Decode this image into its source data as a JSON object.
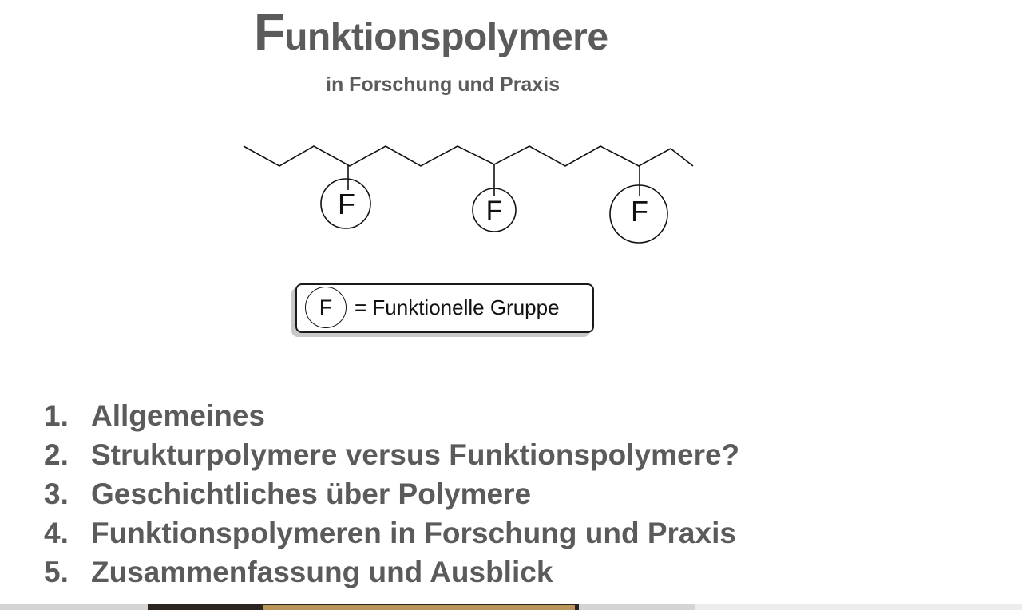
{
  "slide": {
    "title_initial": "F",
    "title_rest": "unktionspolymere",
    "subtitle": "in Forschung und Praxis"
  },
  "molecule": {
    "groups": [
      {
        "label": "F"
      },
      {
        "label": "F"
      },
      {
        "label": "F"
      }
    ]
  },
  "legend": {
    "symbol": "F",
    "text": "= Funktionelle Gruppe"
  },
  "agenda": [
    {
      "number": "1.",
      "text": "Allgemeines"
    },
    {
      "number": "2.",
      "text": "Strukturpolymere versus Funktionspolymere?"
    },
    {
      "number": "3.",
      "text": "Geschichtliches über Polymere"
    },
    {
      "number": "4.",
      "text": "Funktionspolymeren in Forschung und Praxis"
    },
    {
      "number": "5.",
      "text": "Zusammenfassung und Ausblick"
    }
  ],
  "colors": {
    "text_gray": "#5b5b5b",
    "line_black": "#111111",
    "shadow_gray": "#c8c8c8"
  }
}
